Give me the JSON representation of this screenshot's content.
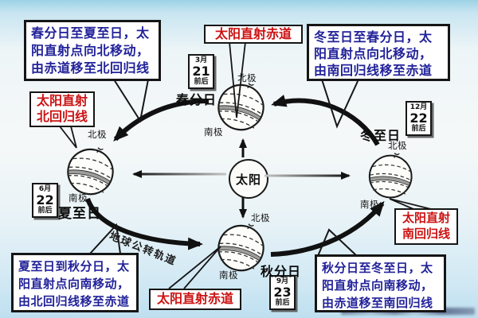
{
  "colors": {
    "blue_text": "#22229a",
    "red_text": "#cc1212",
    "line_color": "#1a1a1a",
    "background_top": "#9dd2e6",
    "background_bottom": "#bedff0"
  },
  "sun": {
    "label": "太阳"
  },
  "orbit": {
    "label": "地球公转轨道"
  },
  "poles": {
    "north": "北极",
    "south": "南极"
  },
  "seasons": {
    "spring": {
      "name": "春分日",
      "calendar": {
        "month": "3月",
        "day": "21",
        "suffix": "前后"
      }
    },
    "summer": {
      "name": "夏至日",
      "calendar": {
        "month": "6月",
        "day": "22",
        "suffix": "前后"
      }
    },
    "autumn": {
      "name": "秋分日",
      "calendar": {
        "month": "9月",
        "day": "23",
        "suffix": "前后"
      }
    },
    "winter": {
      "name": "冬至日",
      "calendar": {
        "month": "12月",
        "day": "22",
        "suffix": "前后"
      }
    }
  },
  "callouts": {
    "spring_to_summer": {
      "line1": "春分日至夏至日，太",
      "line2": "阳直射点向北移动，",
      "line3": "由赤道移至北回归线"
    },
    "winter_to_spring": {
      "line1": "冬至日至春分日，太",
      "line2": "阳直射点向北移动，",
      "line3": "由南回归线移至赤道"
    },
    "summer_to_autumn": {
      "line1": "夏至日到秋分日，太",
      "line2": "阳直射点向南移动，",
      "line3": "由北回归线移至赤道"
    },
    "autumn_to_winter": {
      "line1": "秋分日至冬至日，太",
      "line2": "阳直射点向南移动，",
      "line3": "由赤道移至南回归线"
    }
  },
  "direct_labels": {
    "spring_equator": "太阳直射赤道",
    "autumn_equator": "太阳直射赤道",
    "summer_tropic": {
      "line1": "太阳直射",
      "line2": "北回归线"
    },
    "winter_tropic": {
      "line1": "太阳直射",
      "line2": "南回归线"
    }
  }
}
